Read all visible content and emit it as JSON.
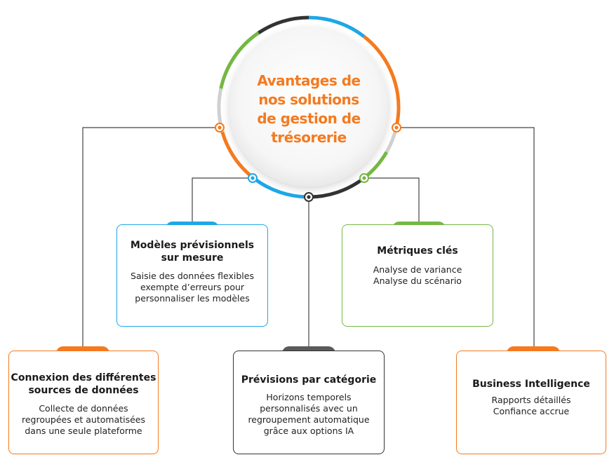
{
  "title": "Avantages de nos solutions de gestion de trésorerie",
  "title_lines": [
    "Avantages de",
    "nos solutions",
    "de gestion de",
    "trésorerie"
  ],
  "colors": {
    "orange": "#f47a20",
    "blue": "#1ea7e6",
    "green": "#74b843",
    "dark": "#333333",
    "gray": "#d0d0d0"
  },
  "cards": [
    {
      "id": "models",
      "color": "blue",
      "title_lines": [
        "Modèles prévisionnels",
        "sur mesure"
      ],
      "lines": [
        "Saisie des données flexibles",
        "exempte d’erreurs pour",
        "personnaliser les modèles"
      ]
    },
    {
      "id": "metrics",
      "color": "green",
      "title_lines": [
        "Métriques clés"
      ],
      "lines": [
        "Analyse de variance",
        "Analyse du scénario"
      ]
    },
    {
      "id": "connection",
      "color": "orange",
      "title_lines": [
        "Connexion des différentes",
        "sources de données"
      ],
      "lines": [
        "Collecte de données",
        "regroupées et automatisées",
        "dans une seule plateforme"
      ]
    },
    {
      "id": "forecast",
      "color": "dark",
      "title_lines": [
        "Prévisions par catégorie"
      ],
      "lines": [
        "Horizons temporels",
        "personnalisés avec un",
        "regroupement automatique",
        "grâce aux options IA"
      ]
    },
    {
      "id": "bi",
      "color": "orange",
      "title_lines": [
        "Business Intelligence"
      ],
      "lines": [
        "Rapports détaillés",
        "Confiance accrue"
      ]
    }
  ]
}
